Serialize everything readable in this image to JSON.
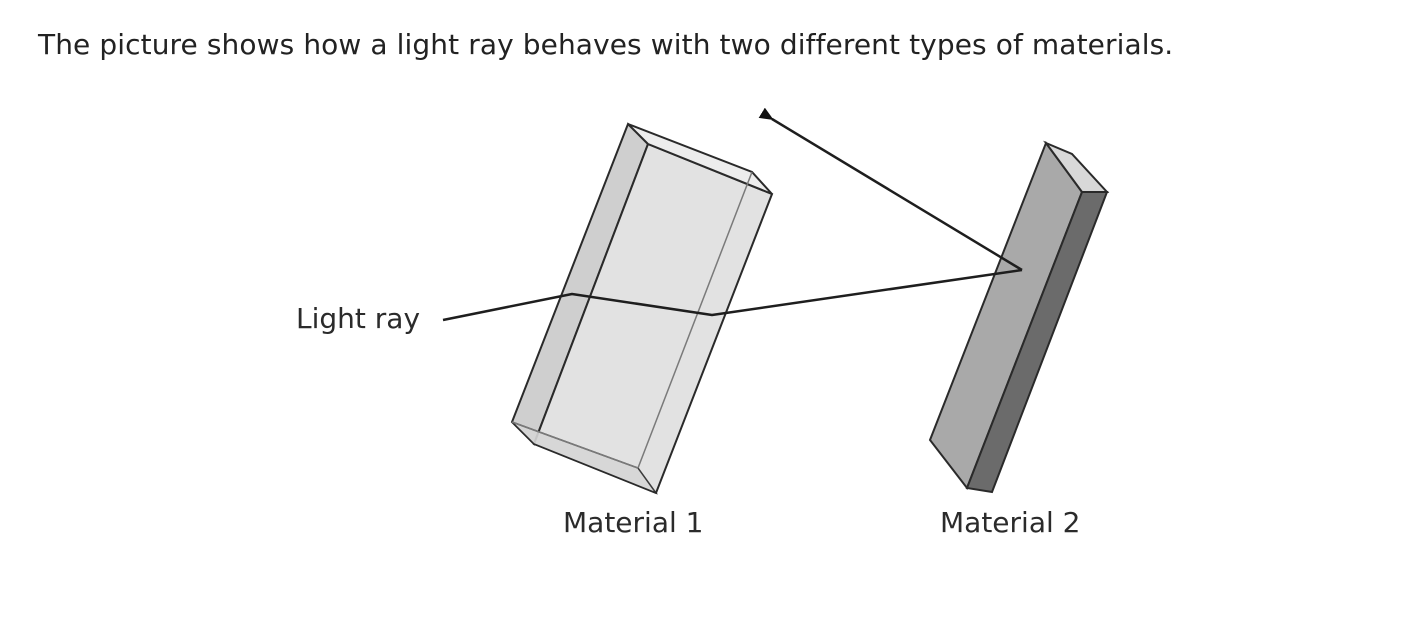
{
  "question": {
    "text": "The picture shows how a light ray behaves with two different types of materials."
  },
  "diagram": {
    "light_ray_label": "Light ray",
    "material_1_label": "Material 1",
    "material_2_label": "Material 2",
    "colors": {
      "material_1_front": "#e2e2e2",
      "material_1_side": "#cfcfcf",
      "material_1_bottom": "#d6d6d6",
      "material_2_front": "#a9a9a9",
      "material_2_side": "#6b6b6b",
      "material_2_top": "#d8d8d8",
      "outline": "#2a2a2a"
    }
  }
}
